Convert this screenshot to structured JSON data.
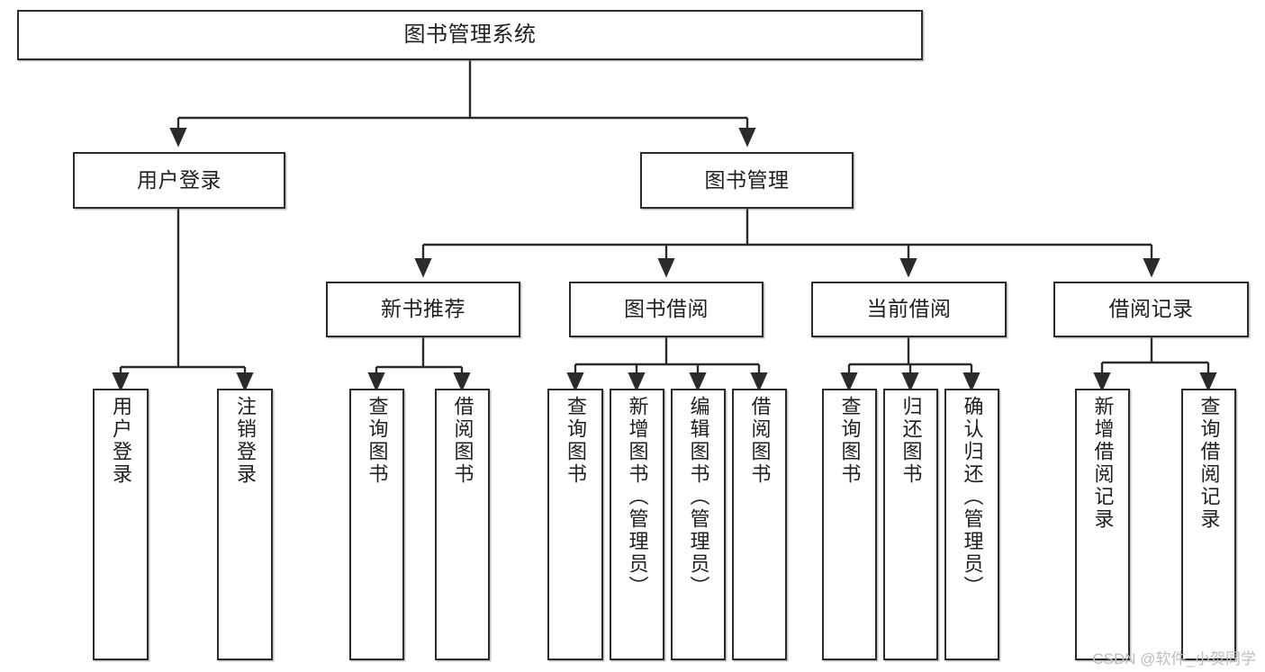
{
  "diagram": {
    "title": "图书管理系统",
    "watermark": "CSDN @软件_小贺同学",
    "colors": {
      "stroke": "#2b2b2b",
      "fill": "#ffffff",
      "text": "#1f1f1f",
      "watermark": "#bdbdbd"
    },
    "root": {
      "label": "图书管理系统"
    },
    "level2": [
      {
        "label": "用户登录"
      },
      {
        "label": "图书管理"
      }
    ],
    "level3": [
      {
        "label": "新书推荐"
      },
      {
        "label": "图书借阅"
      },
      {
        "label": "当前借阅"
      },
      {
        "label": "借阅记录"
      }
    ],
    "leaves": {
      "user_login": [
        {
          "label": "用户登录"
        },
        {
          "label": "注销登录"
        }
      ],
      "new_book": [
        {
          "label": "查询图书"
        },
        {
          "label": "借阅图书"
        }
      ],
      "book_borrow": [
        {
          "label": "查询图书"
        },
        {
          "label": "新增图书（管理员）"
        },
        {
          "label": "编辑图书（管理员）"
        },
        {
          "label": "借阅图书"
        }
      ],
      "current_borrow": [
        {
          "label": "查询图书"
        },
        {
          "label": "归还图书"
        },
        {
          "label": "确认归还（管理员）"
        }
      ],
      "borrow_record": [
        {
          "label": "新增借阅记录"
        },
        {
          "label": "查询借阅记录"
        }
      ]
    }
  }
}
